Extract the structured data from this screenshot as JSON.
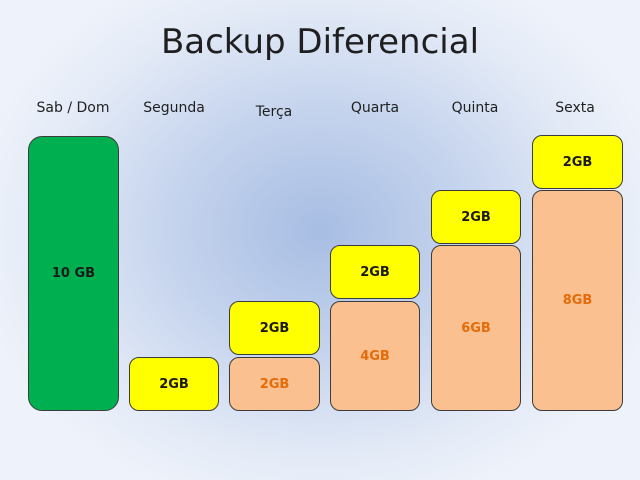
{
  "title": "Backup Diferencial",
  "days": [
    {
      "label": "Sab / Dom"
    },
    {
      "label": "Segunda"
    },
    {
      "label": "Terça"
    },
    {
      "label": "Quarta"
    },
    {
      "label": "Quinta"
    },
    {
      "label": "Sexta"
    }
  ],
  "blocks": {
    "sabdom_full": "10 GB",
    "segunda_diff": "2GB",
    "terca_diff": "2GB",
    "terca_prev": "2GB",
    "quarta_diff": "2GB",
    "quarta_prev": "4GB",
    "quinta_diff": "2GB",
    "quinta_prev": "6GB",
    "sexta_diff": "2GB",
    "sexta_prev": "8GB"
  },
  "colors": {
    "full": "#00b050",
    "new_changes": "#ffff00",
    "accumulated": "#fac090",
    "accumulated_text": "#e46c0a"
  }
}
